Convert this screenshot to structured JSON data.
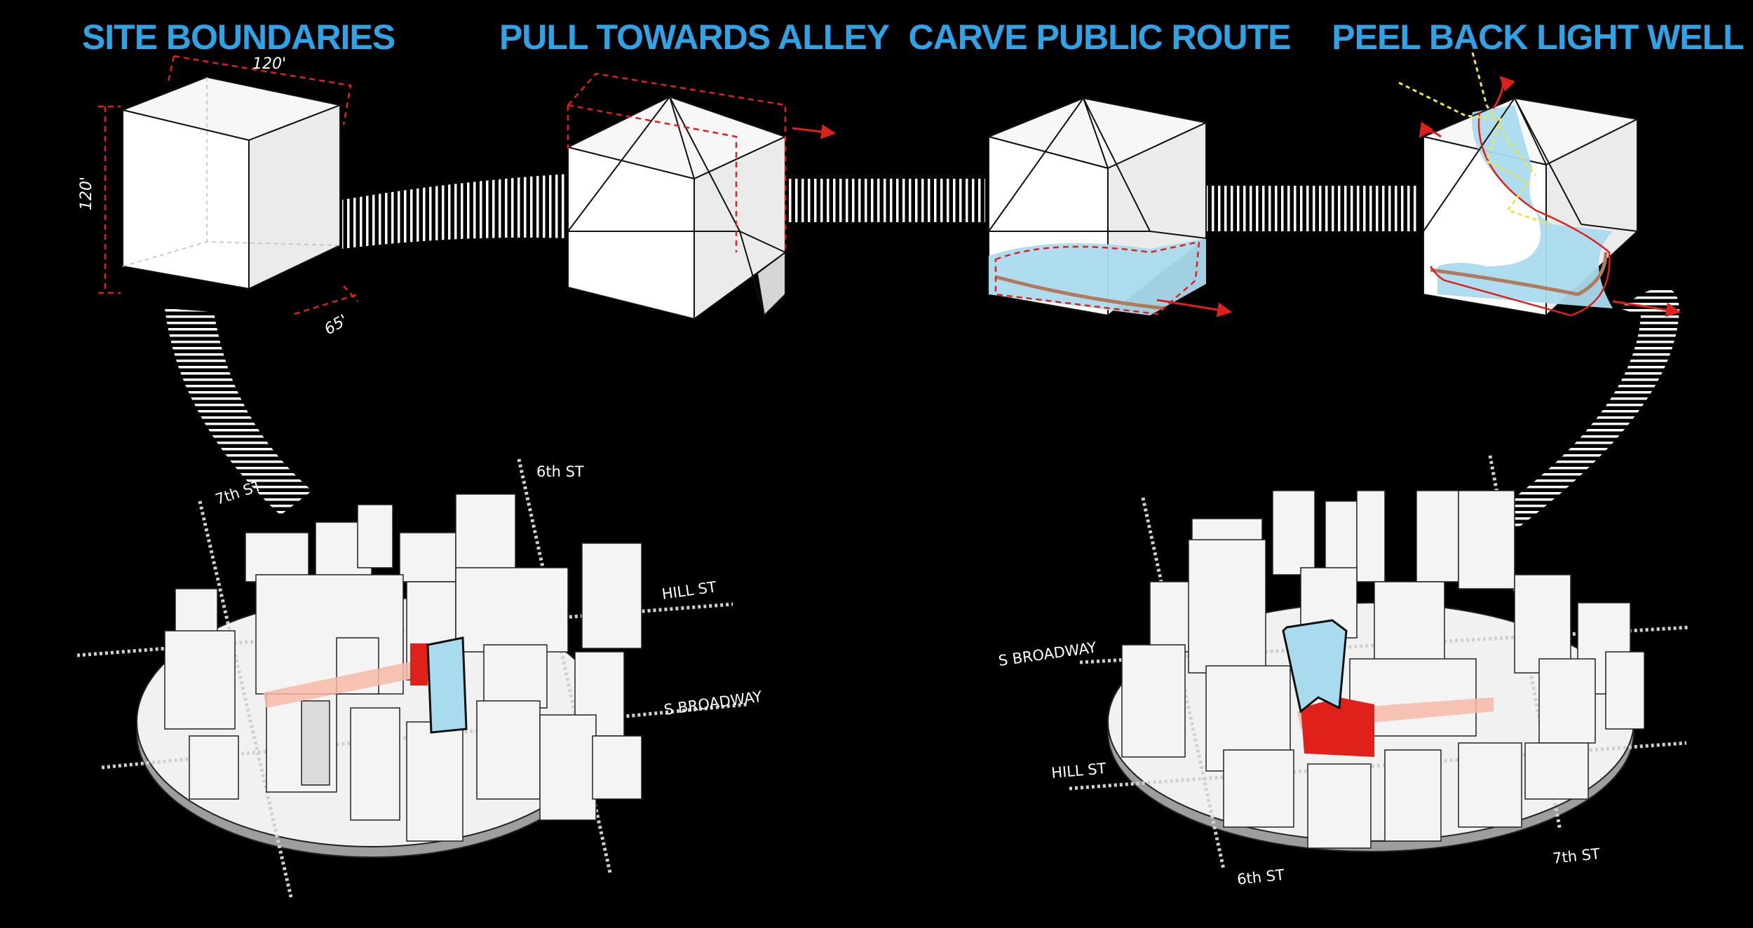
{
  "steps": [
    {
      "title": "SITE BOUNDARIES"
    },
    {
      "title": "PULL TOWARDS ALLEY"
    },
    {
      "title": "CARVE PUBLIC ROUTE"
    },
    {
      "title": "PEEL BACK LIGHT WELL"
    }
  ],
  "dimensions": {
    "width": "120'",
    "height": "120'",
    "depth": "65'"
  },
  "left_context": {
    "streets": [
      "7th ST",
      "6th ST",
      "HILL ST",
      "S BROADWAY"
    ]
  },
  "right_context": {
    "streets": [
      "S BROADWAY",
      "HILL ST",
      "6th ST",
      "7th ST"
    ]
  },
  "colors": {
    "title": "#2ea3e6",
    "dimension_lines": "#e0201b",
    "public_route": "#e0201b",
    "light_well": "#a9dbee",
    "sun_rays": "#f2e24a",
    "path": "#b07a5c",
    "background": "#000000"
  }
}
